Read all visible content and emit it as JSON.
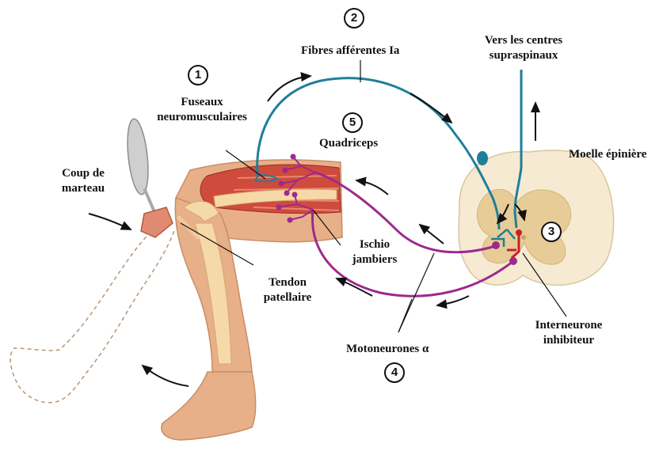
{
  "labels": {
    "fibres_afferentes": "Fibres afférentes Ia",
    "vers_centres_l1": "Vers les centres",
    "vers_centres_l2": "supraspinaux",
    "fuseaux_l1": "Fuseaux",
    "fuseaux_l2": "neuromusculaires",
    "quadriceps": "Quadriceps",
    "moelle": "Moelle épinière",
    "coup_l1": "Coup de",
    "coup_l2": "marteau",
    "ischio_l1": "Ischio",
    "ischio_l2": "jambiers",
    "tendon_l1": "Tendon",
    "tendon_l2": "patellaire",
    "interneurone_l1": "Interneurone",
    "interneurone_l2": "inhibiteur",
    "motoneurones": "Motoneurones α"
  },
  "steps": [
    "1",
    "2",
    "3",
    "4",
    "5"
  ],
  "colors": {
    "afferent": "#1f7f9a",
    "motor": "#9c2a8c",
    "inhibitory": "#c8202a",
    "muscle": "#cf4b3c",
    "skin": "#e7b089",
    "bone": "#f6d9a8",
    "spinal_white": "#f6ead2",
    "spinal_gray": "#e7cc98"
  }
}
